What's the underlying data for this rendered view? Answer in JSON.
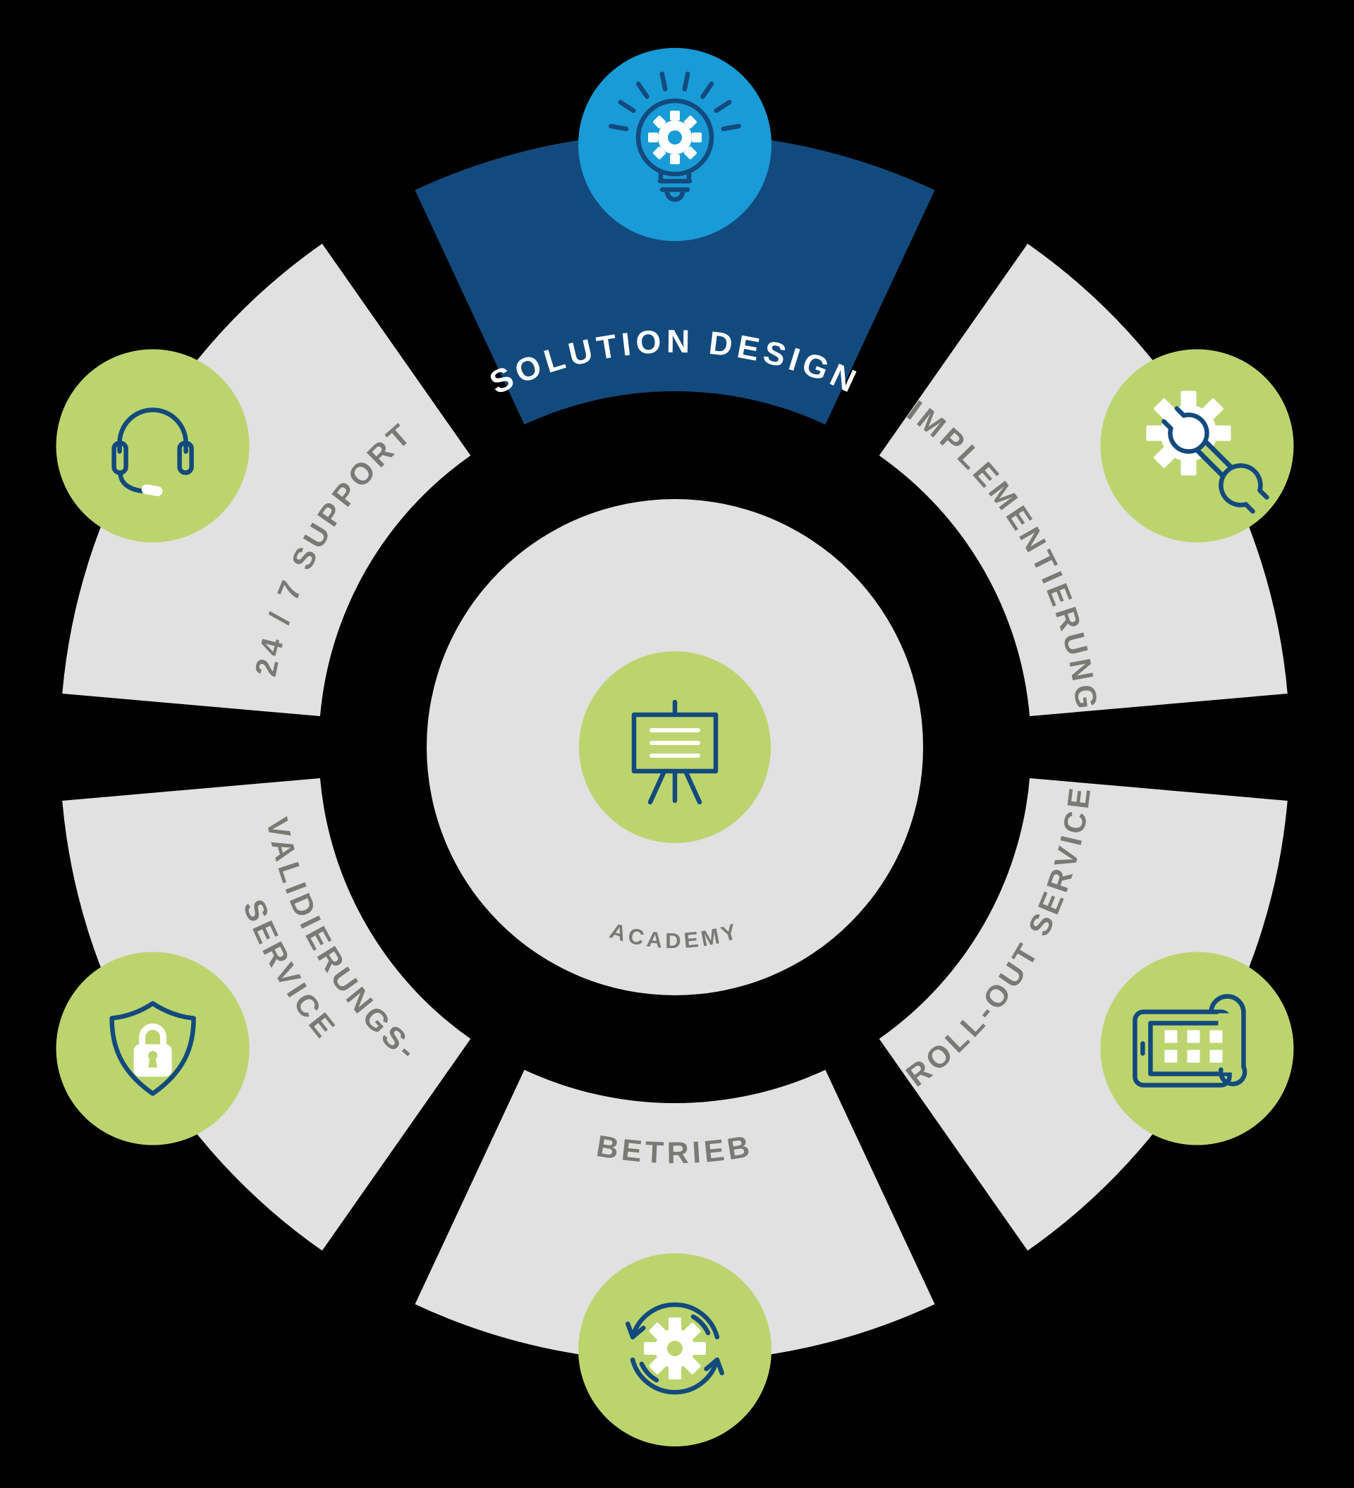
{
  "wheel": {
    "center": {
      "label": "ACADEMY",
      "icon": "presentation-board"
    },
    "segments": [
      {
        "id": "solution-design",
        "label": "SOLUTION DESIGN",
        "icon": "lightbulb-gear",
        "highlighted": true
      },
      {
        "id": "implementierung",
        "label": "IMPLEMENTIERUNG",
        "icon": "gear-wrench",
        "highlighted": false
      },
      {
        "id": "roll-out-service",
        "label": "ROLL-OUT SERVICE",
        "icon": "tablet-blueprint",
        "highlighted": false
      },
      {
        "id": "betrieb",
        "label": "BETRIEB",
        "icon": "gear-sync-arrows",
        "highlighted": false
      },
      {
        "id": "validierungs-service",
        "label_line1": "VALIDIERUNGS-",
        "label_line2": "SERVICE",
        "icon": "shield-lock",
        "highlighted": false
      },
      {
        "id": "24-7-support",
        "label": "24 / 7 SUPPORT",
        "icon": "headset",
        "highlighted": false
      }
    ],
    "colors": {
      "background": "#000000",
      "highlight_segment": "#134a7d",
      "segment": "#e1e1e2",
      "highlight_icon_circle": "#189bd7",
      "icon_circle": "#bcd46e",
      "icon_stroke": "#134a7d",
      "label_gray": "#7b7974",
      "label_white": "#ffffff"
    }
  }
}
